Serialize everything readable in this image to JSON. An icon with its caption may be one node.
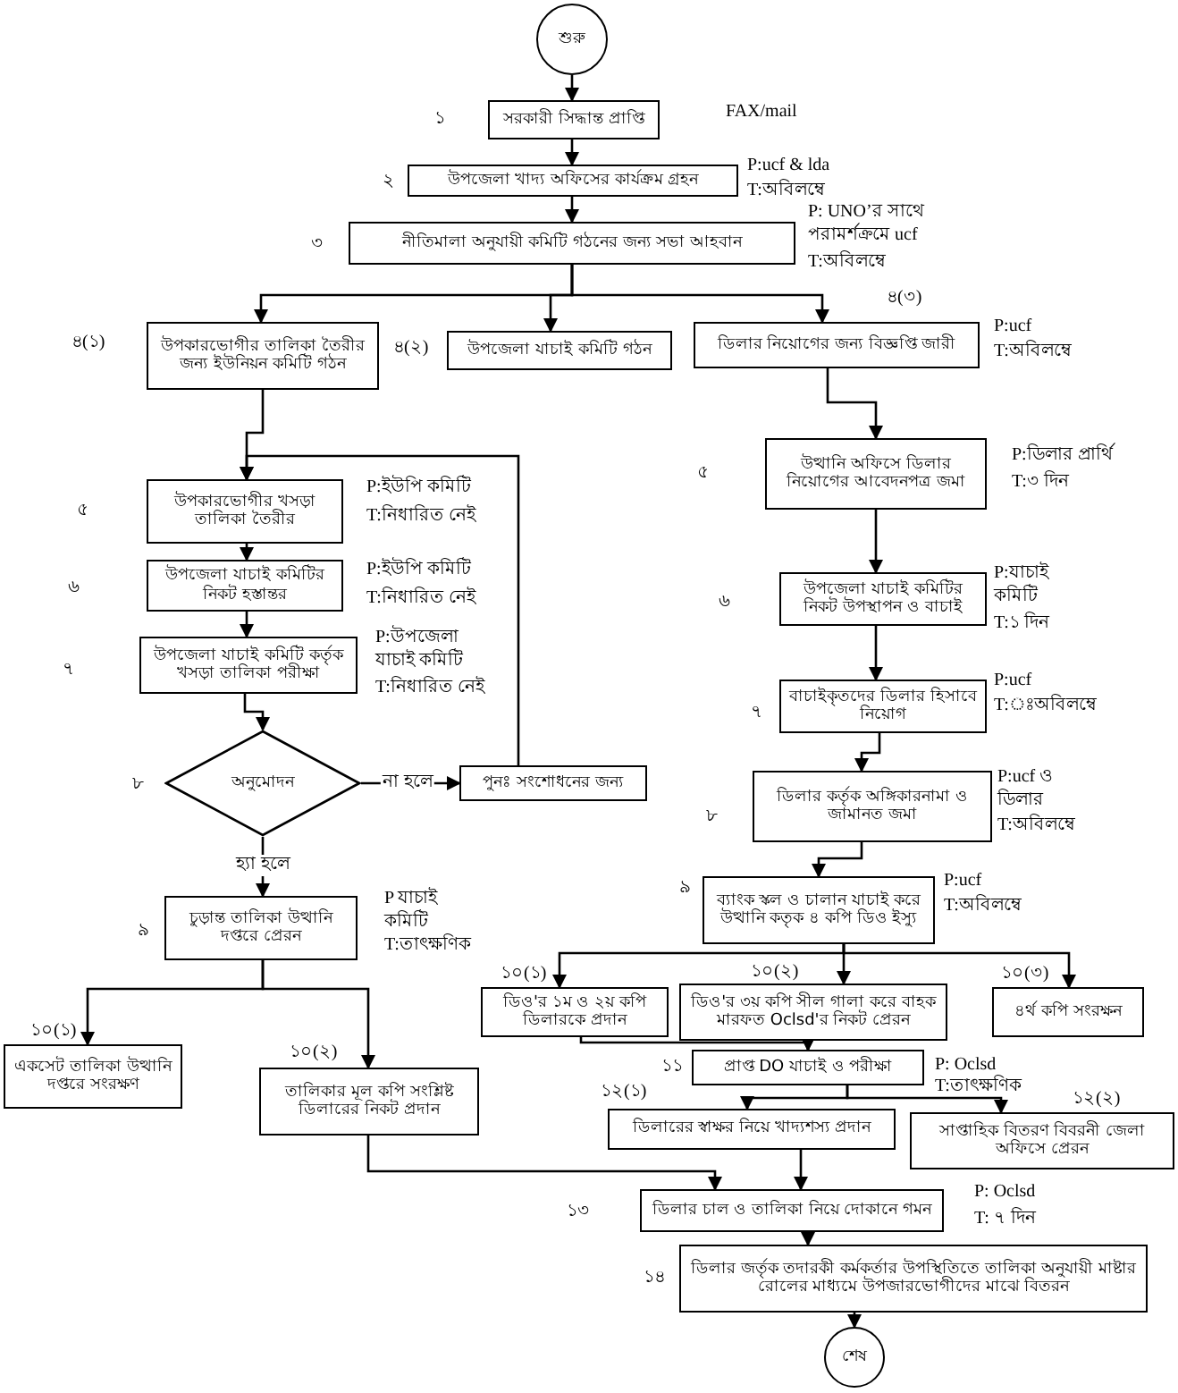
{
  "diagram": {
    "nodes": [
      {
        "text": [
          "শুরু"
        ]
      },
      {
        "text": [
          "সরকারী সিদ্ধান্ত প্রাপ্তি"
        ],
        "beside": [
          "১",
          "FAX/mail"
        ]
      },
      {
        "text": [
          "উপজেলা খাদ্য অফিসের কার্যক্রম গ্রহন"
        ],
        "beside": [
          "২",
          "P:ucf & lda",
          "T:অবিলম্বে"
        ]
      },
      {
        "text": [
          "নীতিমালা অনুযায়ী কমিটি গঠনের জন্য সভা আহবান"
        ],
        "beside": [
          "৩",
          "P: UNO’র সাথে পরামর্শক্রমে ucf",
          "T:অবিলম্বে"
        ]
      },
      {
        "text": [
          "উপকারভোগীর তালিকা তৈরীর জন্য ইউনিয়ন কমিটি গঠন"
        ],
        "beside": [
          "৪(১)"
        ]
      },
      {
        "text": [
          "উপজেলা যাচাই কমিটি গঠন"
        ],
        "beside": [
          "৪(২)"
        ]
      },
      {
        "text": [
          "ডিলার নিয়োগের জন্য বিজ্ঞপ্তি জারী"
        ],
        "beside": [
          "৪(৩)",
          "P:ucf",
          "T:অবিলম্বে"
        ]
      },
      {
        "text": [
          "উপকারভোগীর খসড়া তালিকা তৈরীর"
        ],
        "beside": [
          "৫",
          "P:ইউপি কমিটি",
          "T:নিধারিত নেই"
        ]
      },
      {
        "text": [
          "উপজেলা যাচাই কমিটির নিকট হস্তান্তর"
        ],
        "beside": [
          "৬",
          "P:ইউপি কমিটি",
          "T:নিধারিত নেই"
        ]
      },
      {
        "text": [
          "উপজেলা যাচাই কমিটি কর্তৃক খসড়া তালিকা পরীক্ষা"
        ],
        "beside": [
          "৭",
          "P:উপজেলা যাচাই কমিটি",
          "T:নিধারিত নেই"
        ]
      },
      {
        "text": [
          "অনুমোদন"
        ],
        "beside": [
          "৮"
        ]
      },
      {
        "text": [
          "পুনঃ সংশোধনের জন্য"
        ]
      },
      {
        "text": [
          "চুড়ান্ত তালিকা উত্থানি দপ্তরে প্রেরন"
        ],
        "beside": [
          "৯",
          "P যাচাই কমিটি",
          "T:তাৎক্ষণিক"
        ]
      },
      {
        "text": [
          "একসেট তালিকা উত্থানি দপ্তরে সংরক্ষণ"
        ],
        "beside": [
          "১০(১)"
        ]
      },
      {
        "text": [
          "তালিকার মূল কপি সংশ্লিষ্ট ডিলারের নিকট প্রদান"
        ],
        "beside": [
          "১০(২)"
        ]
      },
      {
        "text": [
          "উত্থানি অফিসে ডিলার নিয়োগের আবেদনপত্র জমা"
        ],
        "beside": [
          "৫",
          "P:ডিলার প্রার্থি",
          "T:৩ দিন"
        ]
      },
      {
        "text": [
          "উপজেলা যাচাই কমিটির নিকট উপস্থাপন ও বাচাই"
        ],
        "beside": [
          "৬",
          "P:যাচাই কমিটি",
          "T:১ দিন"
        ]
      },
      {
        "text": [
          "বাচাইকৃতদের ডিলার হিসাবে নিয়োগ"
        ],
        "beside": [
          "৭",
          "P:ucf",
          "T:ঃঅবিলম্বে"
        ]
      },
      {
        "text": [
          "ডিলার কর্তৃক অঙ্গিকারনামা ও জামানত জমা"
        ],
        "beside": [
          "৮",
          "P:ucf ও ডিলার",
          "T:অবিলম্বে"
        ]
      },
      {
        "text": [
          "ব্যাংক স্কল ও চালান যাচাই করে উত্থানি কতৃক ৪ কপি ডিও ইস্যু"
        ],
        "beside": [
          "৯",
          "P:ucf",
          "T:অবিলম্বে"
        ]
      },
      {
        "text": [
          "ডিও'র ১ম ও ২য় কপি ডিলারকে প্রদান"
        ],
        "beside": [
          "১০(১)"
        ]
      },
      {
        "text": [
          "ডিও'র ৩য় কপি সীল গালা করে বাহক মারফত Oclsd'র নিকট প্রেরন"
        ],
        "beside": [
          "১০(২)"
        ]
      },
      {
        "text": [
          "৪র্থ কপি সংরক্ষন"
        ],
        "beside": [
          "১০(৩)"
        ]
      },
      {
        "text": [
          "প্রাপ্ত DO যাচাই ও পরীক্ষা"
        ],
        "beside": [
          "১১",
          "P: Oclsd",
          "T:তাৎক্ষণিক"
        ]
      },
      {
        "text": [
          "ডিলারের স্বাক্ষর নিয়ে খাদ্যশস্য প্রদান"
        ],
        "beside": [
          "১২(১)"
        ]
      },
      {
        "text": [
          "সাপ্তাহিক বিতরণ বিবরনী জেলা অফিসে প্রেরন"
        ],
        "beside": [
          "১২(২)"
        ]
      },
      {
        "text": [
          "ডিলার চাল ও তালিকা নিয়ে দোকানে গমন"
        ],
        "beside": [
          "১৩",
          "P: Oclsd",
          "T: ৭ দিন"
        ]
      },
      {
        "text": [
          "ডিলার জর্তৃক তদারকী কর্মকর্তার উপস্থিতিতে তালিকা অনুযায়ী মাষ্টার রোলের মাধ্যমে উপজারভোগীদের মাঝে বিতরন"
        ],
        "beside": [
          "১৪"
        ]
      },
      {
        "text": [
          "শেষ"
        ]
      }
    ],
    "edges": [
      {
        "from": 0,
        "to": 1,
        "arrow": "to"
      },
      {
        "from": 1,
        "to": 2,
        "arrow": "to"
      },
      {
        "from": 2,
        "to": 3,
        "arrow": "to"
      },
      {
        "from": 3,
        "to": 4,
        "arrow": "to"
      },
      {
        "from": 3,
        "to": 5,
        "arrow": "to"
      },
      {
        "from": 3,
        "to": 6,
        "arrow": "to"
      },
      {
        "from": 4,
        "to": 7,
        "arrow": "to"
      },
      {
        "from": 7,
        "to": 8,
        "arrow": "to"
      },
      {
        "from": 8,
        "to": 9,
        "arrow": "to"
      },
      {
        "from": 9,
        "to": 10,
        "arrow": "to"
      },
      {
        "from": 10,
        "to": 11,
        "arrow": "to",
        "label": "না হলে"
      },
      {
        "from": 11,
        "to": 7,
        "arrow": "to"
      },
      {
        "from": 10,
        "to": 12,
        "arrow": "to",
        "label": "হ্যা হলে"
      },
      {
        "from": 12,
        "to": 13,
        "arrow": "to"
      },
      {
        "from": 12,
        "to": 14,
        "arrow": "to"
      },
      {
        "from": 6,
        "to": 15,
        "arrow": "to"
      },
      {
        "from": 15,
        "to": 16,
        "arrow": "to"
      },
      {
        "from": 16,
        "to": 17,
        "arrow": "to"
      },
      {
        "from": 17,
        "to": 18,
        "arrow": "to"
      },
      {
        "from": 18,
        "to": 19,
        "arrow": "to"
      },
      {
        "from": 19,
        "to": 20,
        "arrow": "to"
      },
      {
        "from": 19,
        "to": 21,
        "arrow": "to"
      },
      {
        "from": 19,
        "to": 22,
        "arrow": "to"
      },
      {
        "from": 20,
        "to": 23,
        "arrow": "to"
      },
      {
        "from": 21,
        "to": 23,
        "arrow": "to"
      },
      {
        "from": 23,
        "to": 24,
        "arrow": "to"
      },
      {
        "from": 23,
        "to": 25,
        "arrow": "to"
      },
      {
        "from": 14,
        "to": 26,
        "arrow": "to"
      },
      {
        "from": 24,
        "to": 26,
        "arrow": "to"
      },
      {
        "from": 26,
        "to": 27,
        "arrow": "to"
      },
      {
        "from": 27,
        "to": 28,
        "arrow": "to"
      }
    ]
  }
}
